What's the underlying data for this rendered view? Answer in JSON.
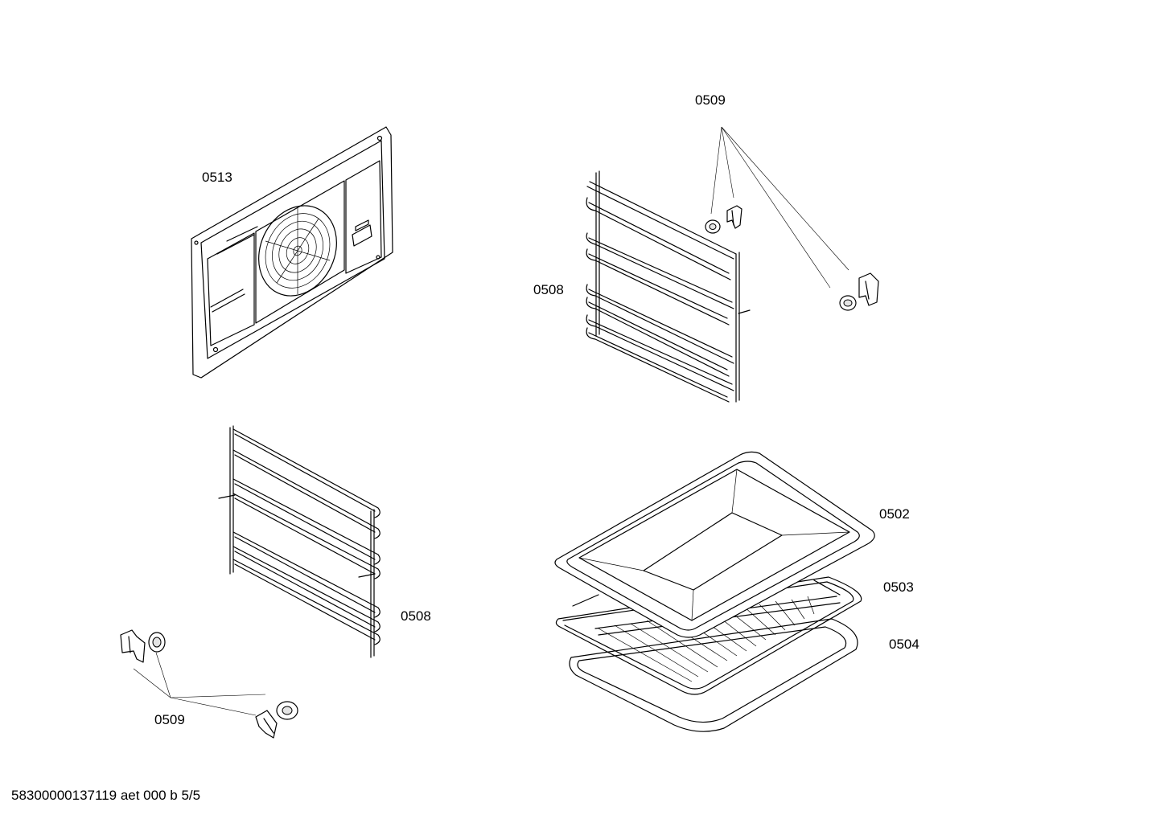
{
  "labels": {
    "back_panel": "0513",
    "support_top": "0509",
    "rack_right": "0508",
    "rack_left": "0508",
    "support_bottom": "0509",
    "tray_deep": "0502",
    "grid_shelf": "0503",
    "tray_flat": "0504"
  },
  "footer": "58300000137119 aet 000 b 5/5"
}
